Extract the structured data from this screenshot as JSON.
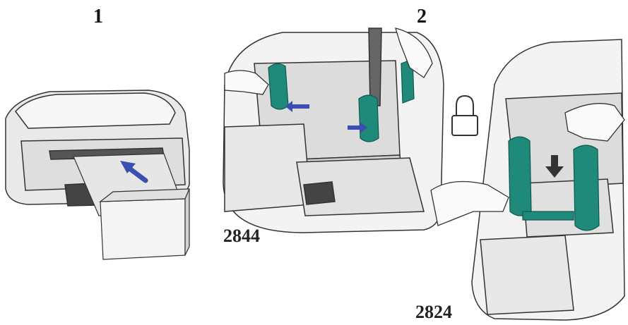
{
  "steps": [
    {
      "number": "1"
    },
    {
      "number": "2"
    }
  ],
  "models": [
    {
      "label": "2844"
    },
    {
      "label": "2824"
    }
  ],
  "colors": {
    "guide_teal": "#1f8a7a",
    "arrow_blue": "#3b4fb3",
    "line": "#333333",
    "paper": "#dcdcdc"
  },
  "icons": [
    "lock-icon",
    "feed-arrow-icon",
    "push-arrow-icon",
    "down-arrow-icon"
  ]
}
